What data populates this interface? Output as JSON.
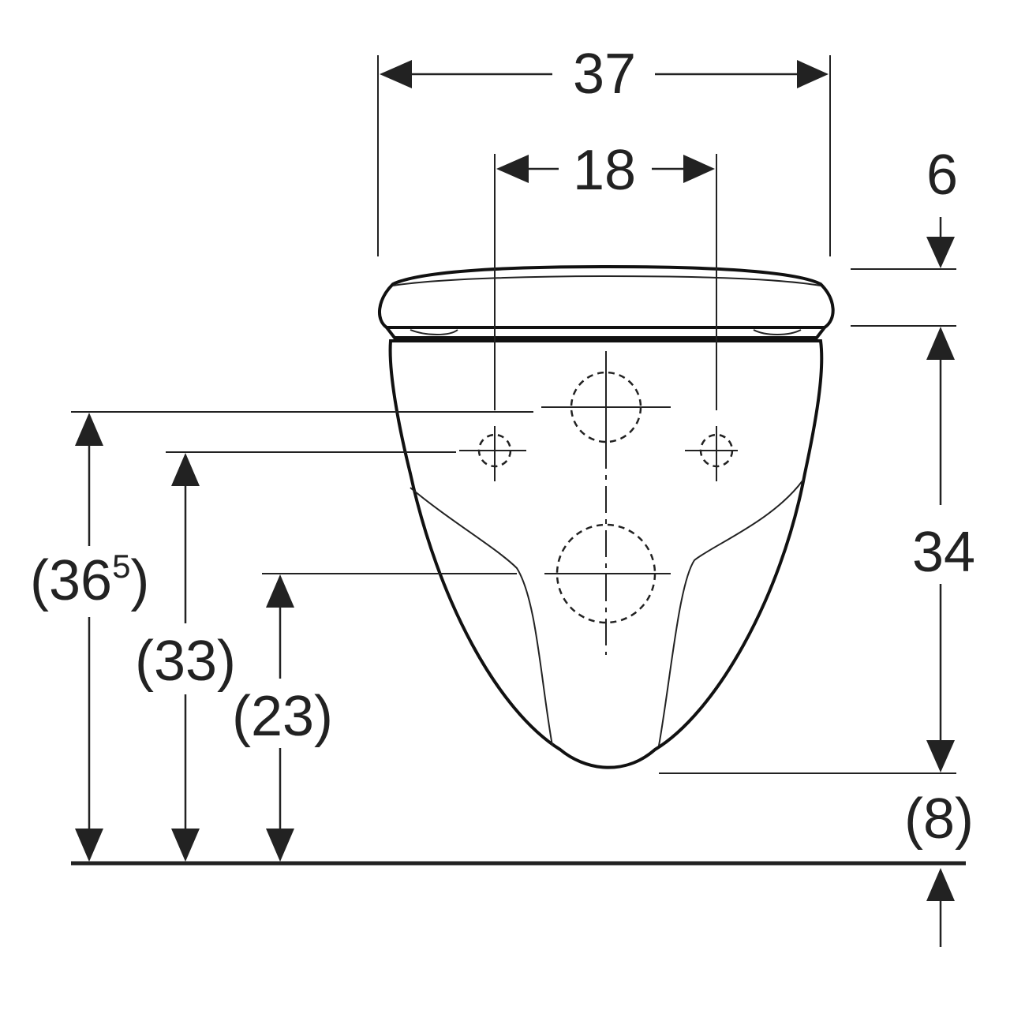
{
  "dimensions": {
    "width_total": "37",
    "hole_spacing": "18",
    "seat_thickness": "6",
    "bowl_height": "34",
    "height_upper_fixing": "(36",
    "height_upper_fixing_sup": "5",
    "height_upper_fixing_close": ")",
    "height_side_holes": "(33)",
    "height_outlet": "(23)",
    "floor_gap": "(8)"
  },
  "colors": {
    "line": "#222222",
    "background": "#ffffff"
  }
}
